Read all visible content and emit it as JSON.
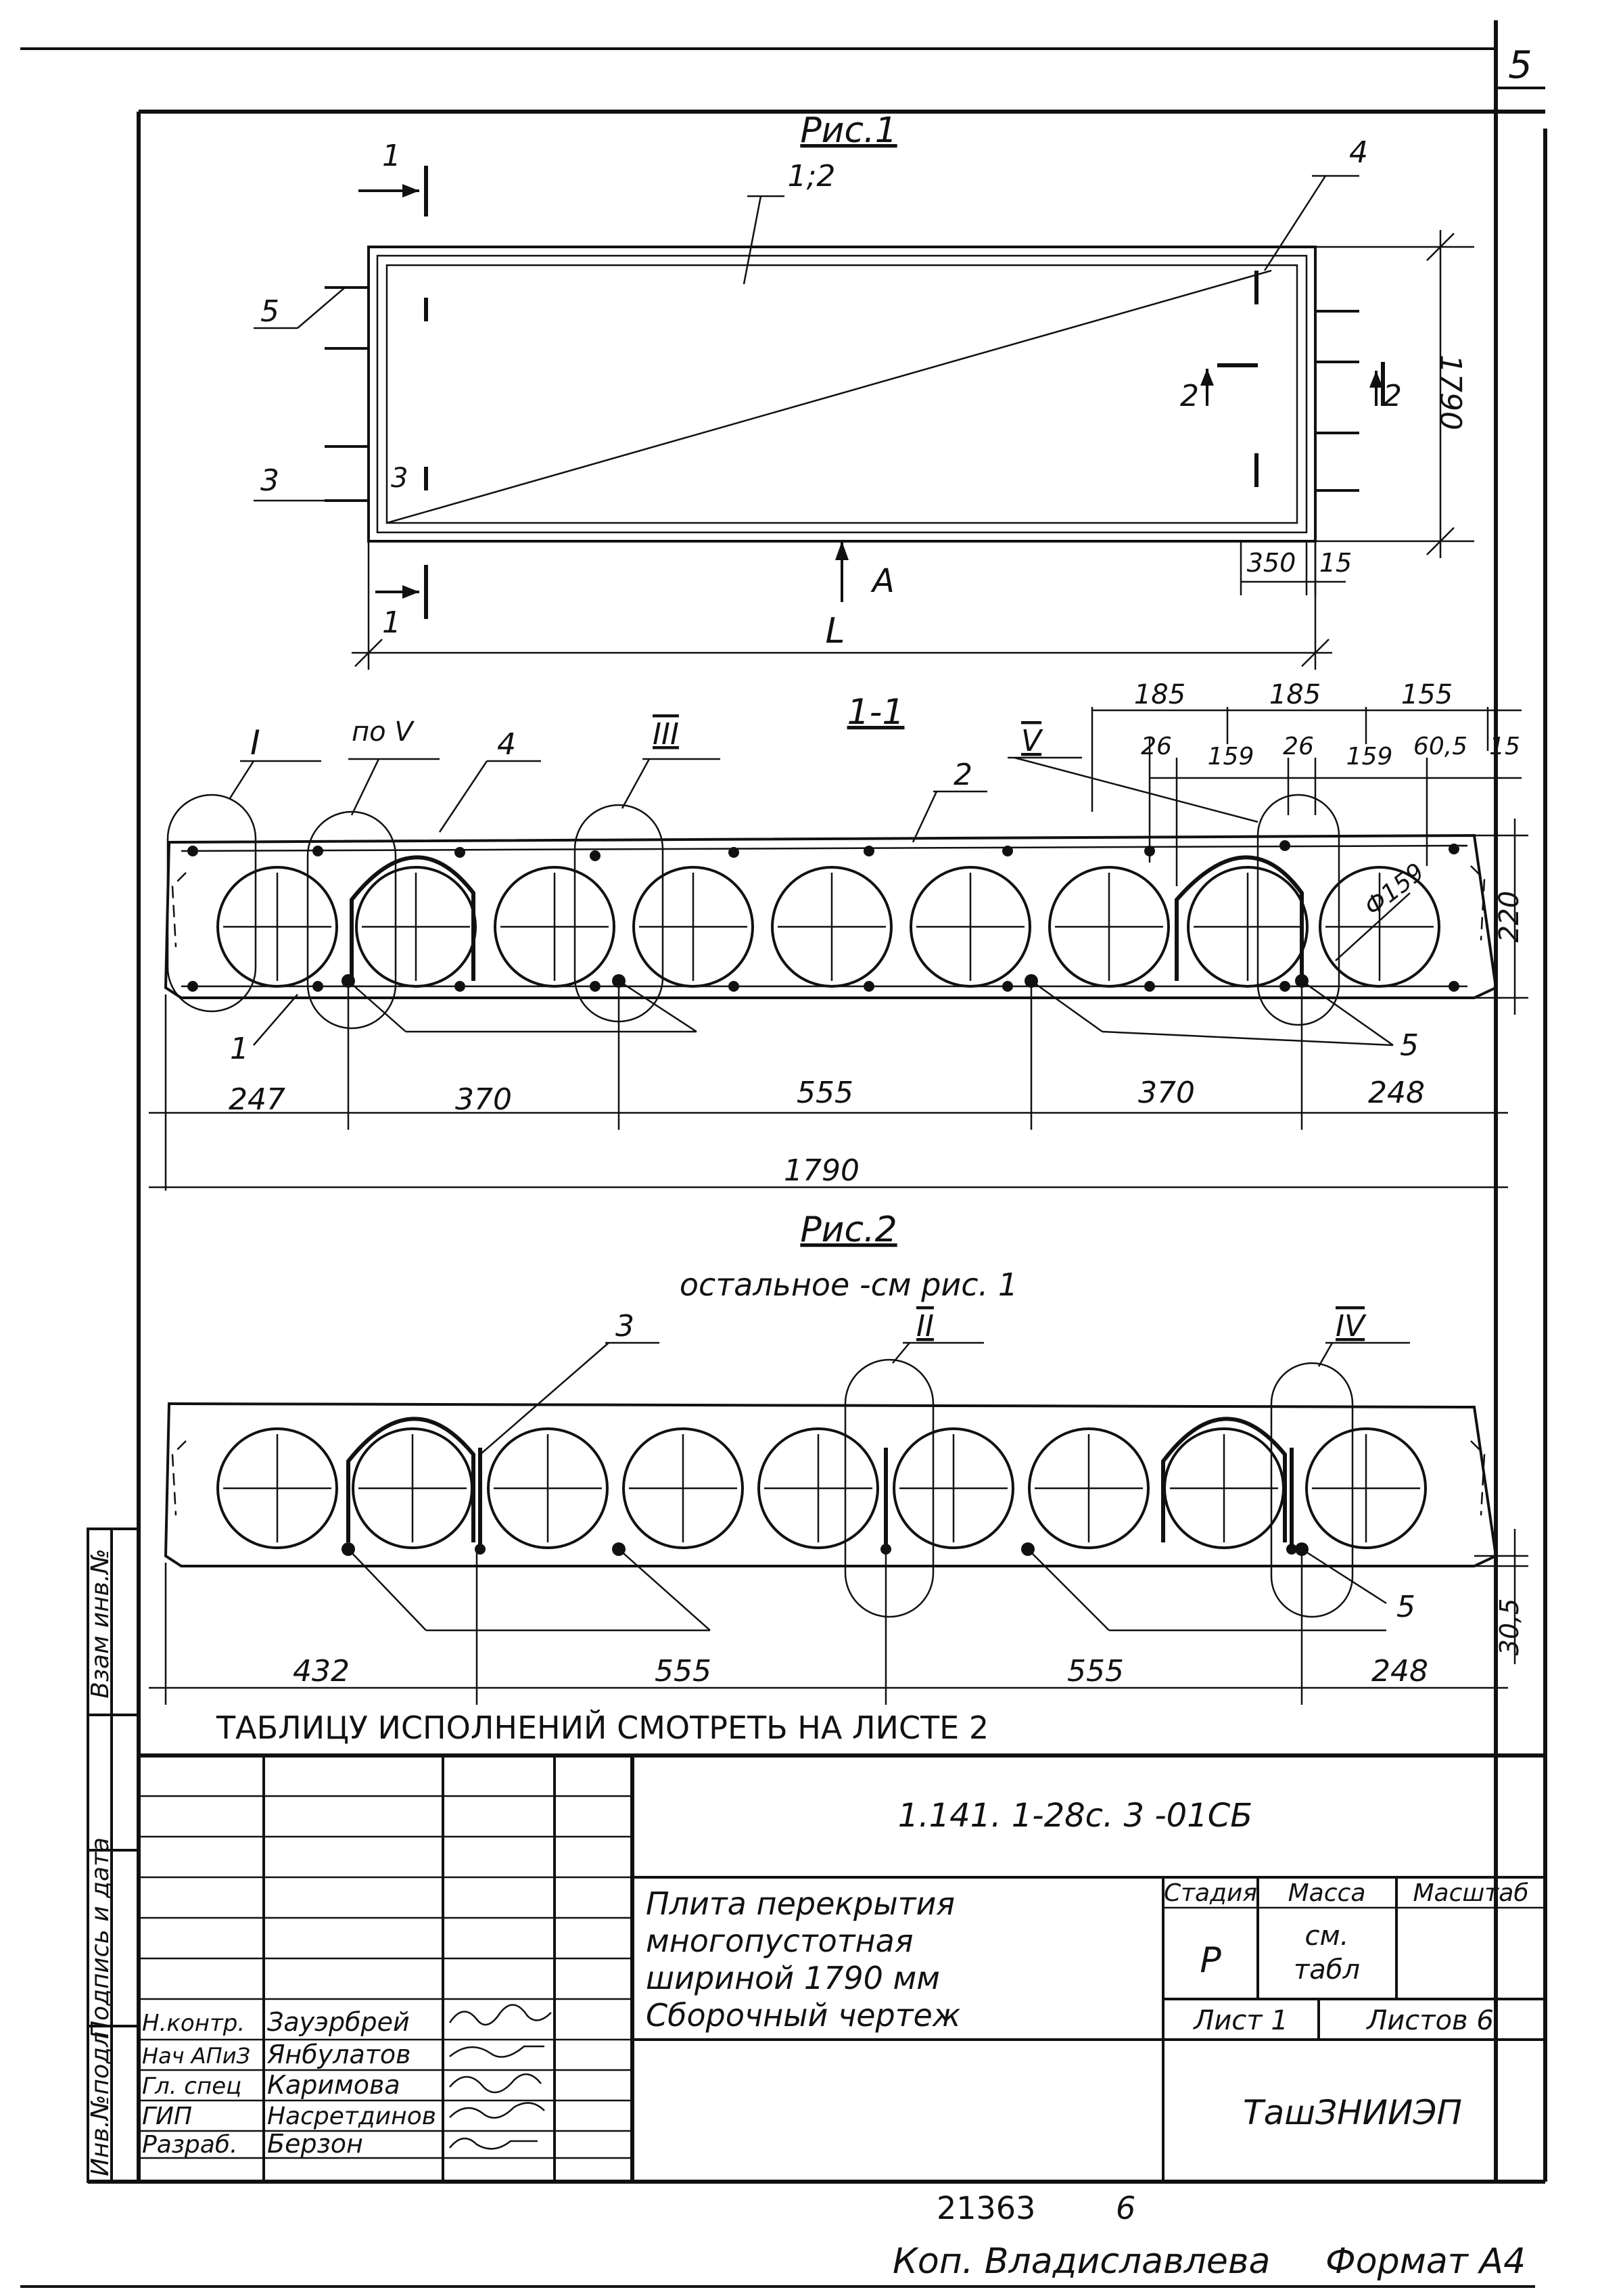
{
  "sheet": {
    "page_number": "5"
  },
  "fig1": {
    "title": "Рис.1",
    "label_1_2": "1;2",
    "label_4": "4",
    "label_5": "5",
    "label_3_left": "3",
    "label_3_inner": "3",
    "section_1_top": "1",
    "section_1_bottom": "1",
    "section_2_left": "2",
    "section_2_right": "2",
    "view_a": "А",
    "dim_width": "1790",
    "dim_350": "350",
    "dim_15": "15",
    "dim_length": "L"
  },
  "section11": {
    "title": "1-1",
    "callout_I": "I",
    "callout_poV": "по V",
    "callout_III": "III",
    "callout_V": "V",
    "label_4": "4",
    "label_2": "2",
    "label_1": "1",
    "label_5": "5",
    "diameter": "Ф159",
    "dim_height": "220",
    "top_dims": [
      "185",
      "185",
      "155"
    ],
    "top_sub_dims": [
      "26",
      "159",
      "26",
      "159",
      "60,5",
      "15"
    ],
    "bottom_dims": [
      "247",
      "370",
      "555",
      "370",
      "248"
    ],
    "total": "1790"
  },
  "fig2": {
    "title": "Рис.2",
    "subtitle": "остальное -см рис. 1",
    "label_3": "3",
    "callout_II": "II",
    "callout_IV": "IV",
    "label_5": "5",
    "dim_30_5": "30,5",
    "bottom_dims": [
      "432",
      "555",
      "555",
      "248"
    ],
    "note": "ТАБЛИЦУ ИСПОЛНЕНИЙ СМОТРЕТЬ НА ЛИСТЕ 2"
  },
  "side_stamp": [
    "Инв.№подл",
    "Подпись и дата",
    "Взам инв.№"
  ],
  "title_block": {
    "doc_code": "1.141. 1-28с. 3 -01СБ",
    "title_lines": [
      "Плита перекрытия",
      "многопустотная",
      "шириной 1790 мм",
      "Сборочный чертеж"
    ],
    "stage_header": "Стадия",
    "mass_header": "Масса",
    "scale_header": "Масштаб",
    "stage_value": "Р",
    "mass_value_1": "см.",
    "mass_value_2": "табл",
    "sheet": "Лист 1",
    "sheets": "Листов 6",
    "organization": "ТашЗНИИЭП",
    "roles": [
      {
        "role": "Н.контр.",
        "name": "Зауэрбрей"
      },
      {
        "role": "Нач АПиЗ",
        "name": "Янбулатов"
      },
      {
        "role": "Гл. спец",
        "name": "Каримова"
      },
      {
        "role": "ГИП",
        "name": "Насретдинов"
      },
      {
        "role": "Разраб.",
        "name": "Берзон"
      }
    ]
  },
  "footer": {
    "number": "21363",
    "copies": "6",
    "copied_by": "Коп. Владиславлева",
    "format": "Формат А4"
  }
}
